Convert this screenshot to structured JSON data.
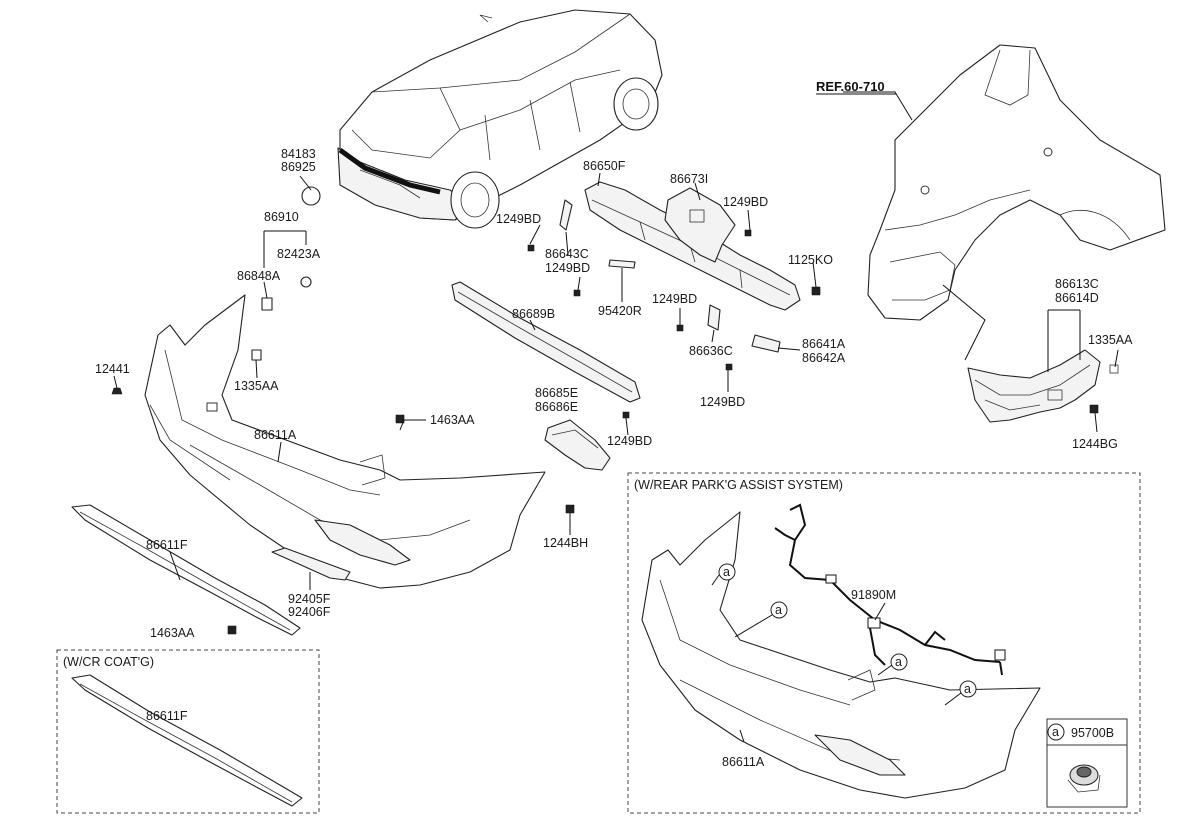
{
  "ref_label": "REF.60-710",
  "boxes": {
    "cr_coat": "(W/CR COAT'G)",
    "rear_park_assist": "(W/REAR PARK'G ASSIST SYSTEM)"
  },
  "callout_symbol": "a",
  "legend_part": "95700B",
  "parts": {
    "p84183": "84183",
    "p86925": "86925",
    "p86910": "86910",
    "p82423A": "82423A",
    "p86848A": "86848A",
    "p12441": "12441",
    "p1335AA_left": "1335AA",
    "p86611A": "86611A",
    "p1463AA_upper": "1463AA",
    "p86611F": "86611F",
    "p1463AA_lower": "1463AA",
    "p92405F": "92405F",
    "p92406F": "92406F",
    "p1244BH": "1244BH",
    "p86650F": "86650F",
    "p86673I": "86673I",
    "p1249BD_a": "1249BD",
    "p1249BD_b": "1249BD",
    "p86643C": "86643C",
    "p1249BD_c": "1249BD",
    "p1125KO": "1125KO",
    "p95420R": "95420R",
    "p1249BD_d": "1249BD",
    "p86689B": "86689B",
    "p86636C": "86636C",
    "p86641A": "86641A",
    "p86642A": "86642A",
    "p1249BD_e": "1249BD",
    "p86685E": "86685E",
    "p86686E": "86686E",
    "p1249BD_f": "1249BD",
    "p86613C": "86613C",
    "p86614D": "86614D",
    "p1335AA_right": "1335AA",
    "p1244BG": "1244BG",
    "p86611F_box": "86611F",
    "p91890M": "91890M",
    "p86611A_box": "86611A"
  }
}
